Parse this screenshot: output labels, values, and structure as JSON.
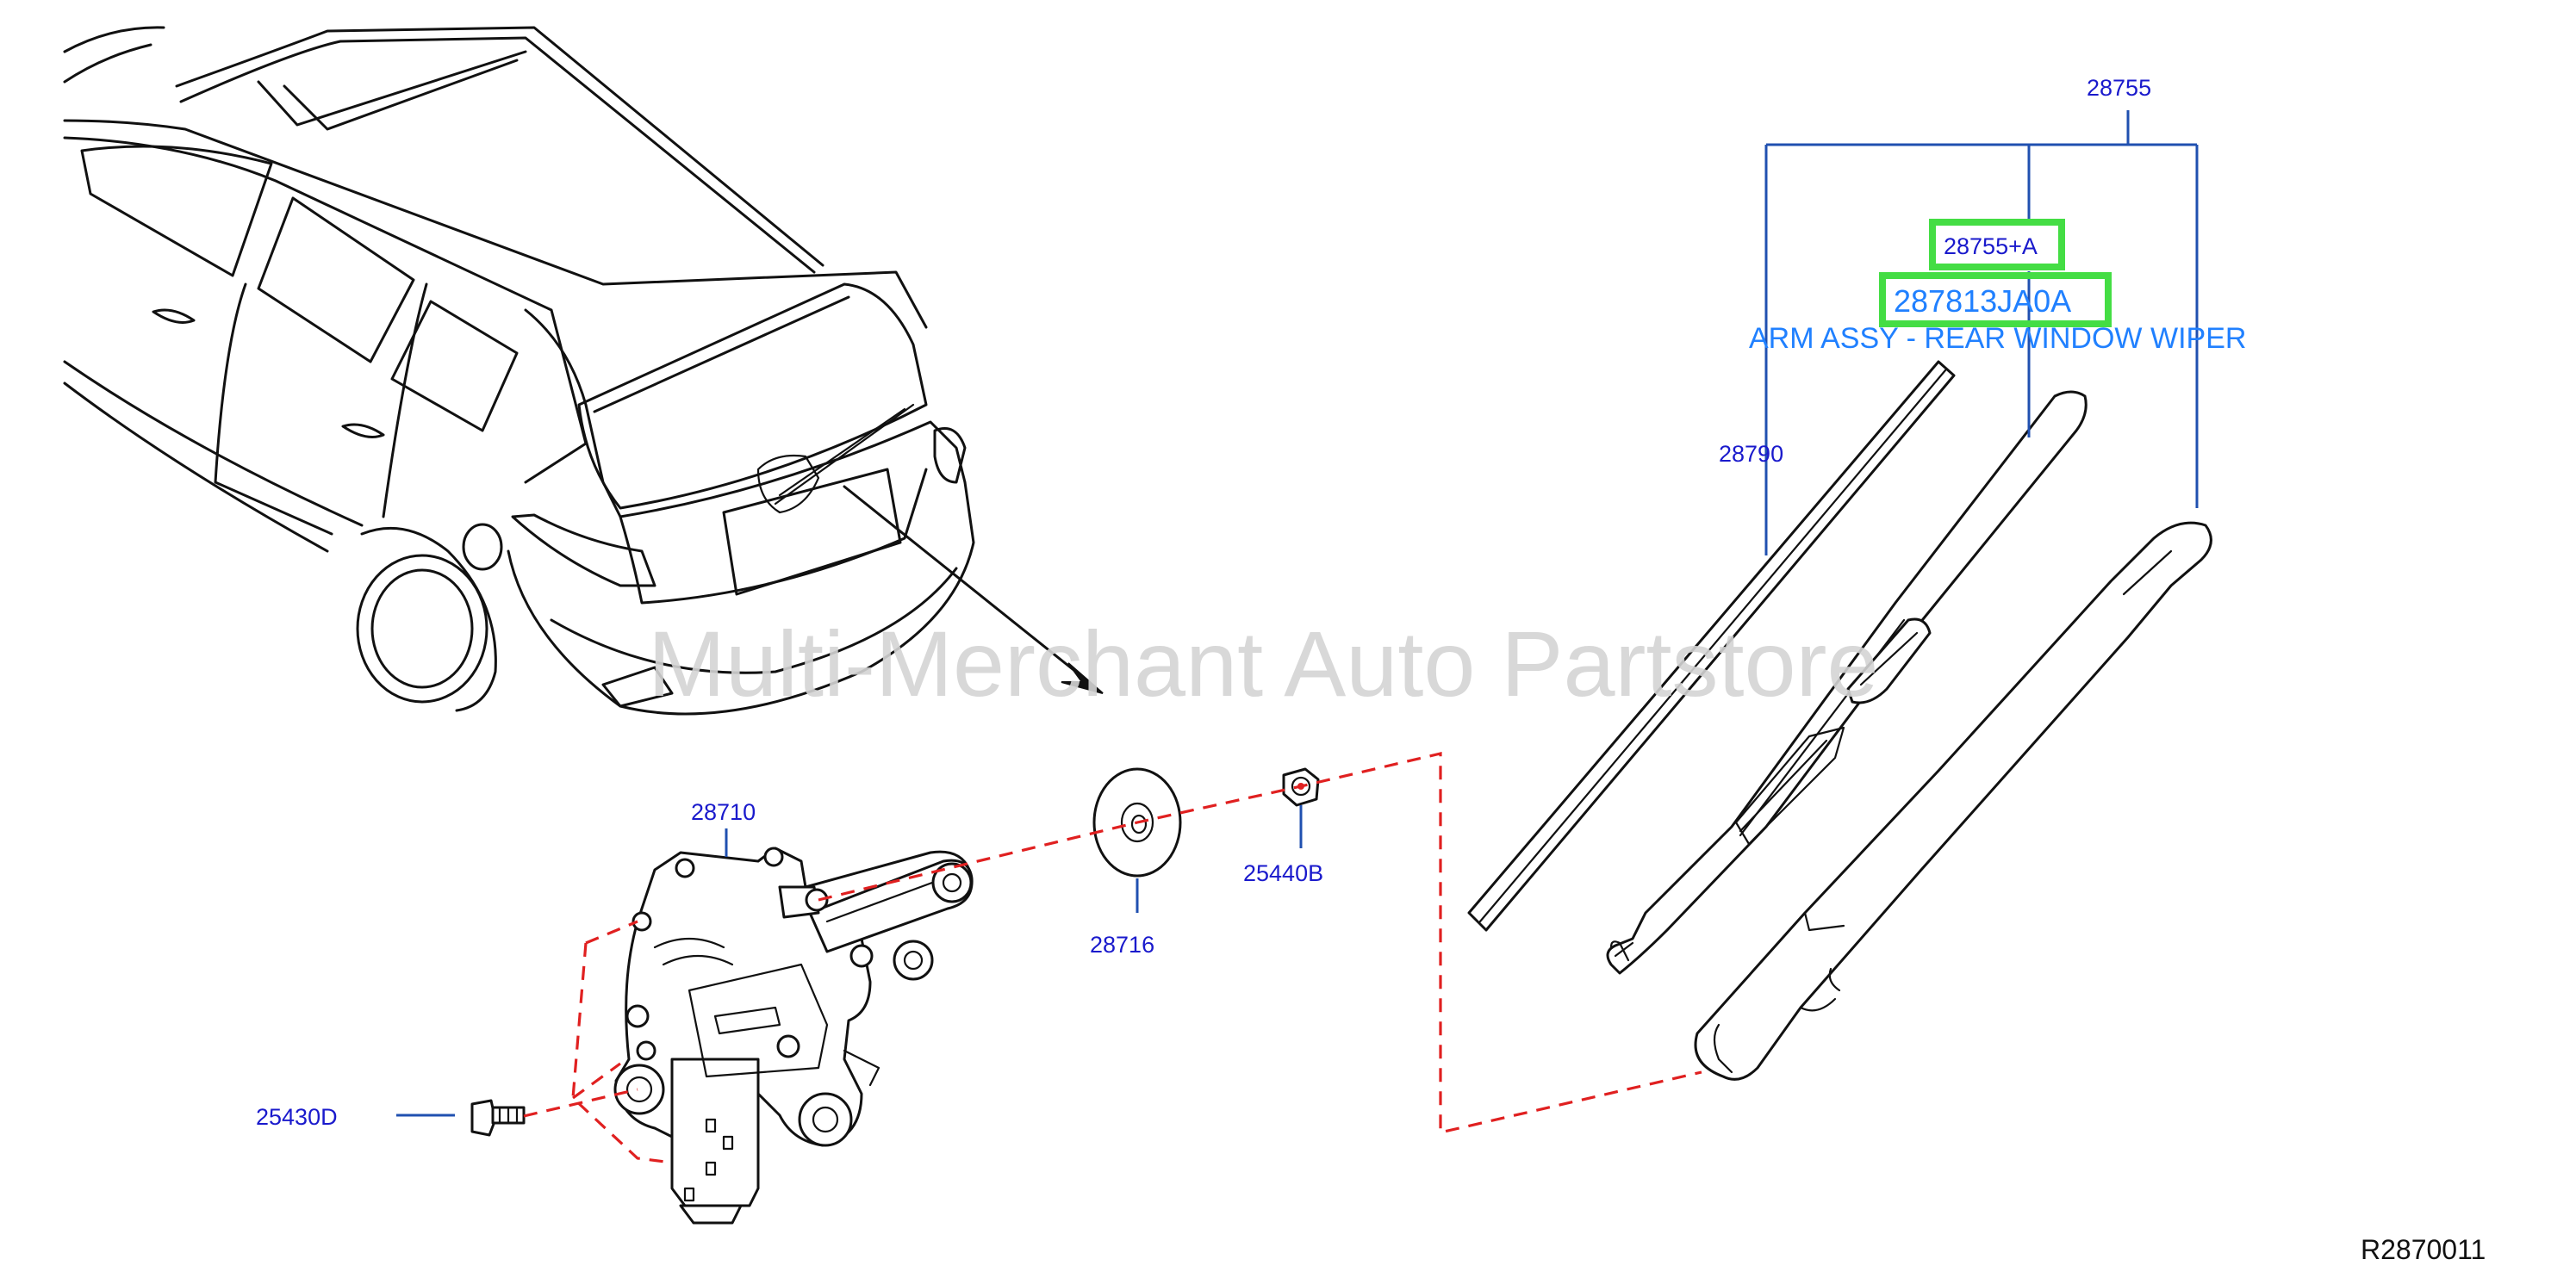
{
  "colors": {
    "callout": "#1a1acc",
    "accent": "#2080ff",
    "highlight_box": "#44dd44",
    "leader": "#2050b0",
    "dashed": "#e02020",
    "watermark": "#d4d4d4",
    "linework": "#111111"
  },
  "parts": {
    "p28755": "28755",
    "p28755a": "28755+A",
    "p287813": "287813JA0A",
    "arm_desc": "ARM ASSY - REAR WINDOW WIPER",
    "p28790": "28790",
    "p28710": "28710",
    "p28716": "28716",
    "p25440b": "25440B",
    "p25430d": "25430D"
  },
  "watermark": "Multi-Merchant Auto Partstore",
  "diagram_ref": "R2870011"
}
